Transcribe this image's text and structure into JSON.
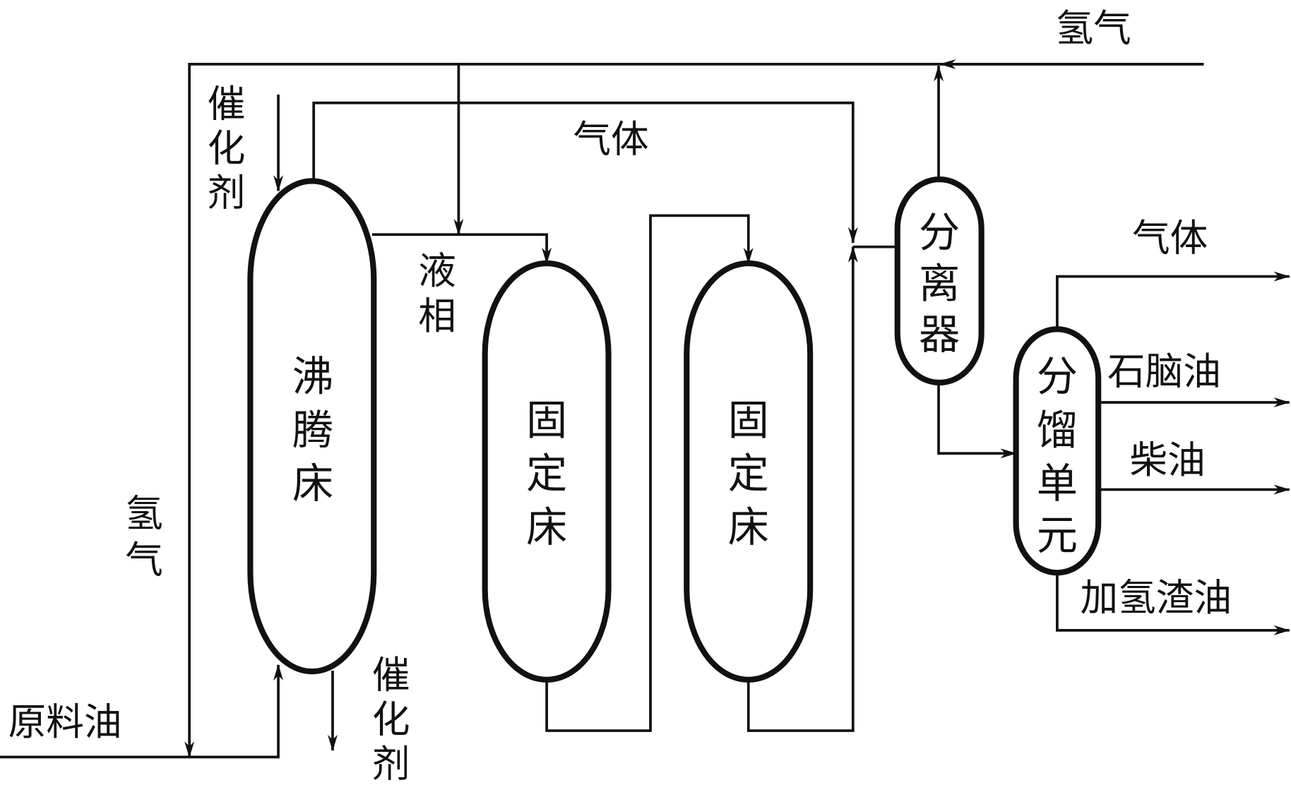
{
  "diagram": {
    "type": "process-flow",
    "colors": {
      "stroke": "#111111",
      "background": "#ffffff"
    },
    "vessels": [
      {
        "id": "ebullated_bed",
        "label": [
          "沸",
          "腾",
          "床"
        ]
      },
      {
        "id": "fixed_bed_1",
        "label": [
          "固",
          "定",
          "床"
        ]
      },
      {
        "id": "fixed_bed_2",
        "label": [
          "固",
          "定",
          "床"
        ]
      },
      {
        "id": "separator",
        "label": [
          "分",
          "离",
          "器"
        ]
      },
      {
        "id": "fractionation_unit",
        "label": [
          "分",
          "馏",
          "单",
          "元"
        ]
      }
    ],
    "streams": {
      "hydrogen_top": "氢气",
      "hydrogen_left": [
        "氢",
        "气"
      ],
      "feed_oil": "原料油",
      "catalyst_in": [
        "催",
        "化",
        "剂"
      ],
      "catalyst_out": [
        "催",
        "化",
        "剂"
      ],
      "gas_recycle": "气体",
      "liquid_phase": [
        "液",
        "相"
      ],
      "gas_product": "气体",
      "naphtha": "石脑油",
      "diesel": "柴油",
      "hydro_residue": "加氢渣油"
    }
  }
}
